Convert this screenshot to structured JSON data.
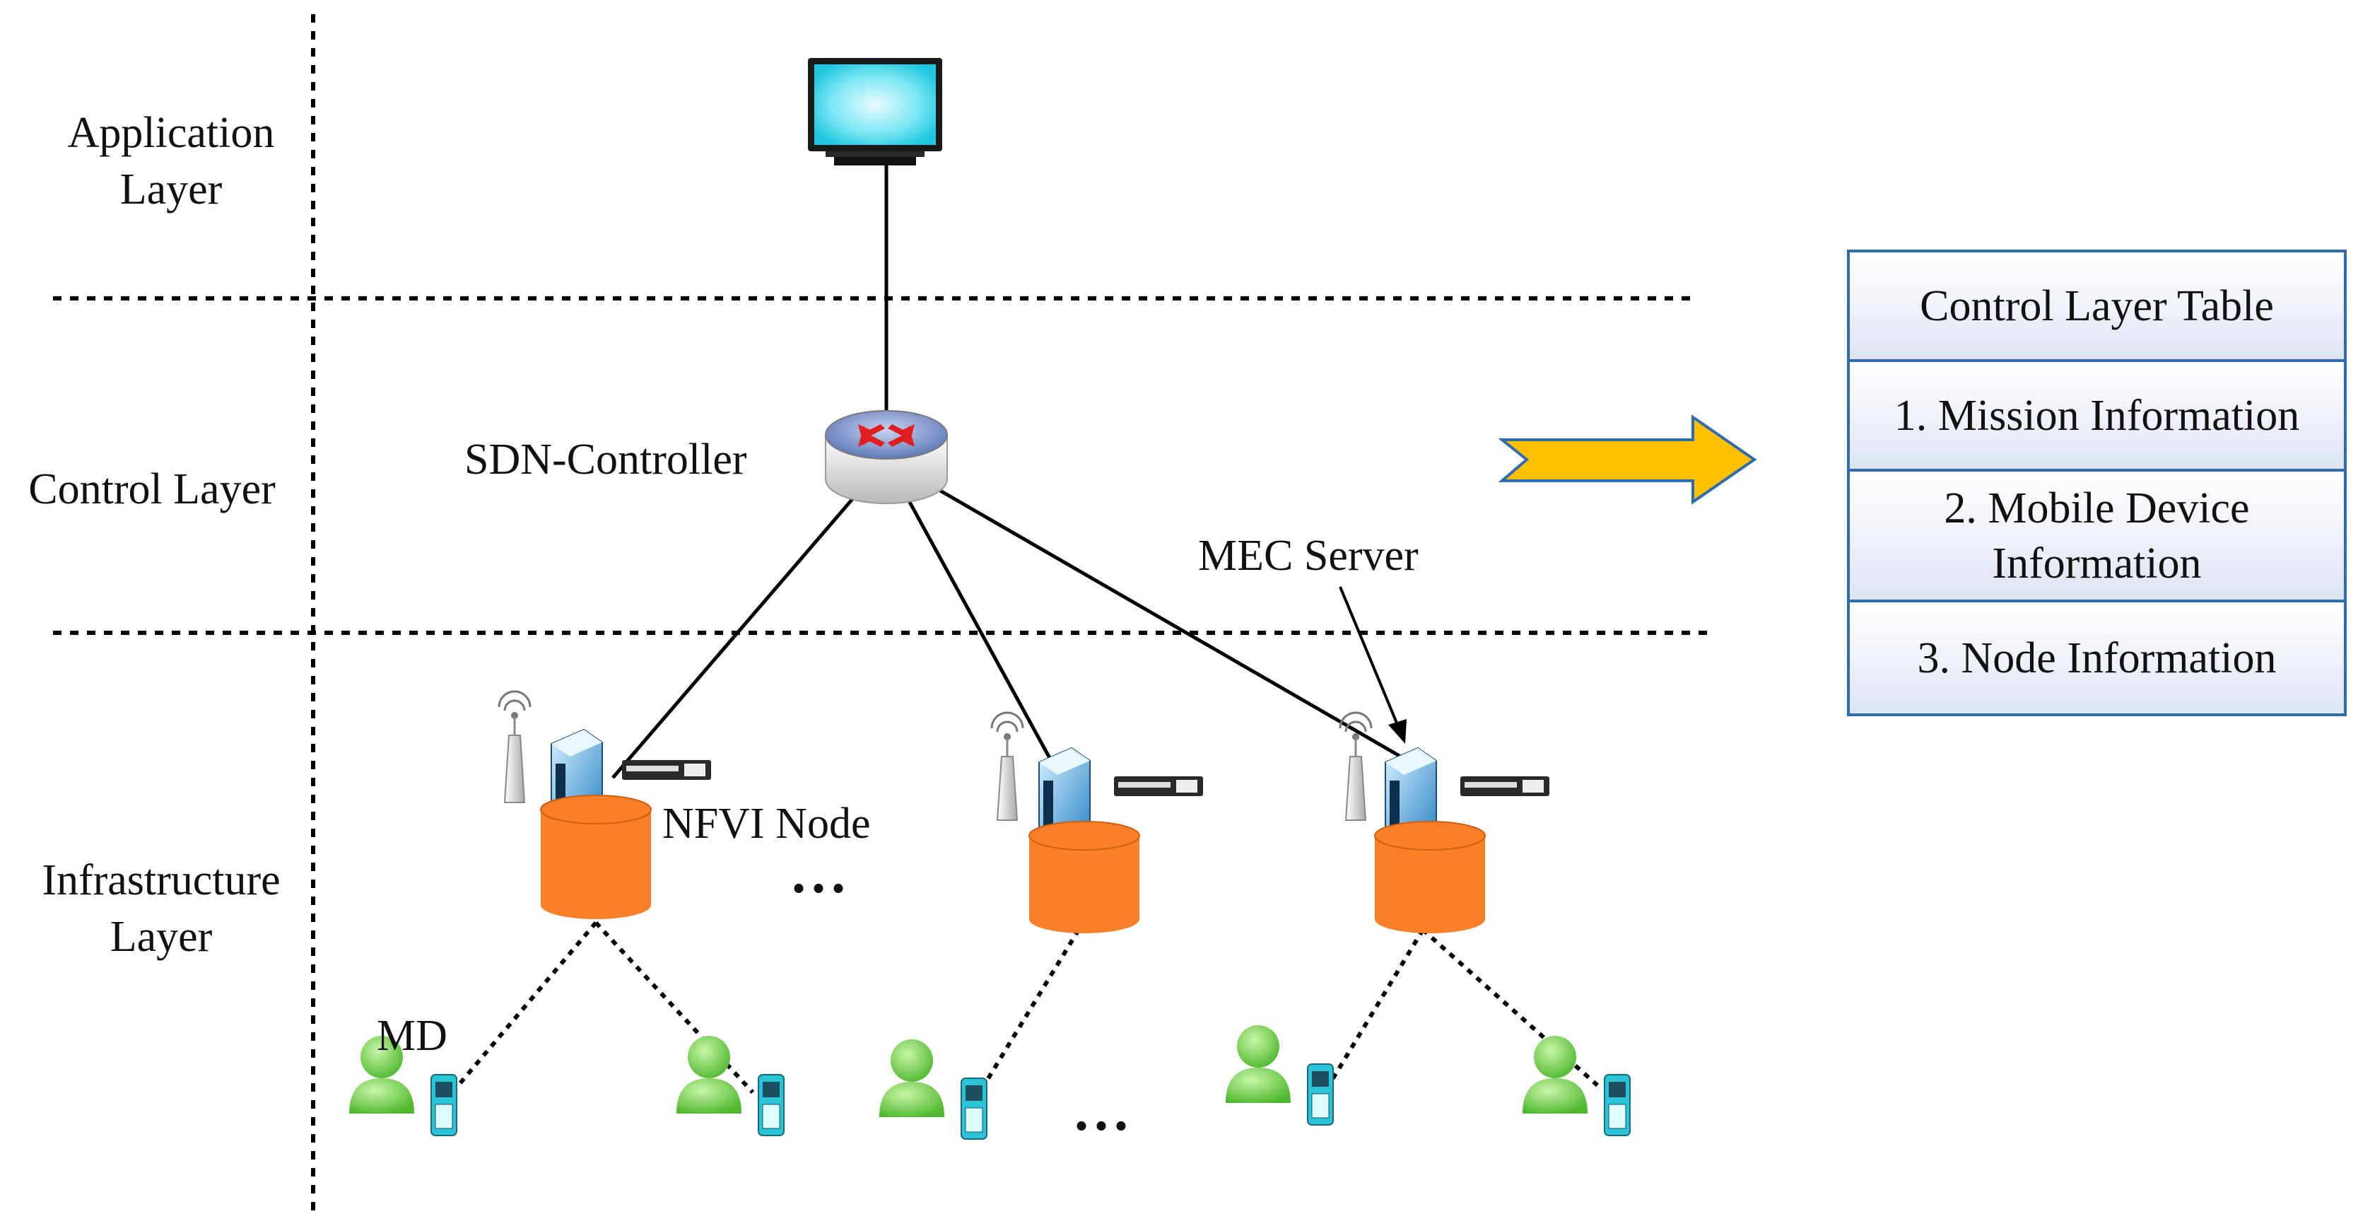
{
  "layers": {
    "application": "Application\nLayer",
    "control": "Control Layer",
    "infrastructure": "Infrastructure\nLayer"
  },
  "labels": {
    "sdn_controller": "SDN-Controller",
    "mec_server": "MEC Server",
    "nfvi_node": "NFVI Node",
    "md": "MD",
    "ellipsis_nodes": "...",
    "ellipsis_devices": "..."
  },
  "control_table": {
    "title": "Control Layer Table",
    "rows": [
      "1. Mission Information",
      "2. Mobile Device\nInformation",
      "3. Node Information"
    ]
  },
  "colors": {
    "storage": "#f98028",
    "arrow_fill": "#ffc000",
    "arrow_stroke": "#2e6bb0",
    "table_border": "#2e6bb0",
    "monitor_screen": "#29d4e8",
    "user_icon": "#6ed04a",
    "phone_icon": "#2bc3d8"
  }
}
